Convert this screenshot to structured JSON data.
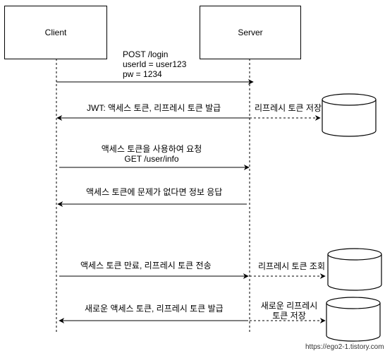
{
  "actors": {
    "client": "Client",
    "server": "Server"
  },
  "messages": {
    "login": [
      "POST /login",
      "userId = user123",
      "pw = 1234"
    ],
    "jwt_issue": "JWT: 액세스 토큰, 리프레시 토큰 발급",
    "refresh_save": "리프레시 토큰 저장",
    "request": [
      "액세스 토큰을 사용하여 요청",
      "GET /user/info"
    ],
    "response": "액세스 토큰에 문제가 없다면 정보 응답",
    "expired": "액세스 토큰 만료, 리프레시 토큰 전송",
    "refresh_lookup": "리프레시 토큰 조회",
    "reissue": "새로운 액세스 토큰, 리프레시 토큰 발급",
    "new_refresh_save": [
      "새로운 리프레시",
      "토큰 저장"
    ]
  },
  "watermark": "https://ego2-1.tistory.com"
}
